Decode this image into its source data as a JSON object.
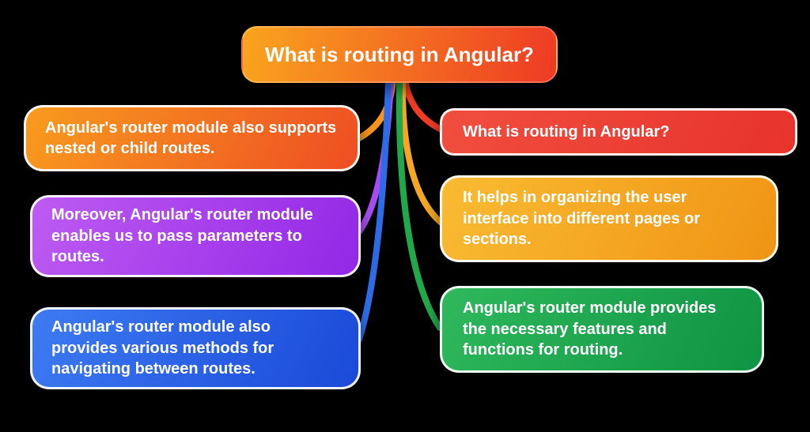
{
  "background": "#000000",
  "header": {
    "label": "What is routing in Angular?",
    "gradient": {
      "from": "#F9A51E",
      "to": "#EE3A24",
      "angle": "100deg"
    }
  },
  "nodes": {
    "left": [
      {
        "text": "Angular's router module also supports nested or child routes.",
        "gradient": {
          "from": "#F89B1E",
          "to": "#EE4E23",
          "angle": "115deg"
        },
        "connector_color": "#F7941E"
      },
      {
        "text": "Moreover, Angular's router module enables us to pass parameters to routes.",
        "gradient": {
          "from": "#BD5CF2",
          "to": "#9327E6",
          "angle": "115deg"
        },
        "connector_color": "#A64DF0"
      },
      {
        "text": "Angular's router module also provides various methods for navigating between routes.",
        "gradient": {
          "from": "#3D7BF2",
          "to": "#1A49D8",
          "angle": "115deg"
        },
        "connector_color": "#2E6BE6"
      }
    ],
    "right": [
      {
        "text": "What is routing in Angular?",
        "gradient": {
          "from": "#F14E3E",
          "to": "#E7332C",
          "angle": "115deg"
        },
        "connector_color": "#EF3B24"
      },
      {
        "text": "It helps in organizing the user interface into different pages or sections.",
        "gradient": {
          "from": "#F9BB33",
          "to": "#F09414",
          "angle": "115deg"
        },
        "connector_color": "#F5A623"
      },
      {
        "text": "Angular's router module provides the necessary features and functions for routing.",
        "gradient": {
          "from": "#2FB85C",
          "to": "#0F9443",
          "angle": "115deg"
        },
        "connector_color": "#21A84A"
      }
    ]
  }
}
